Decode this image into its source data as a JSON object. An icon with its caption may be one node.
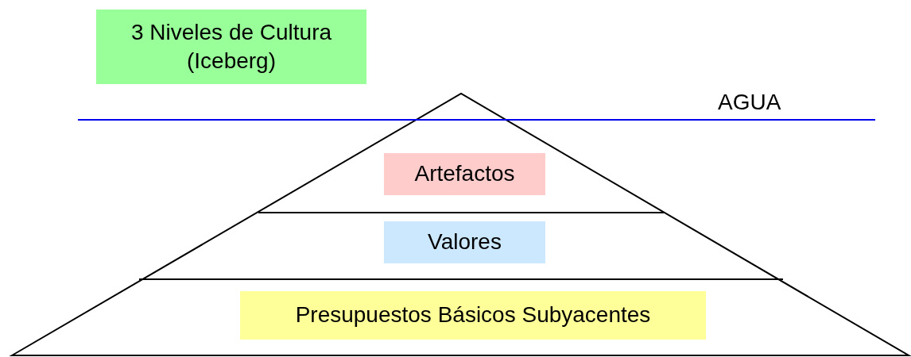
{
  "diagram": {
    "nodes": [
      {
        "text": [
          "3 Niveles de Cultura (Iceberg)"
        ]
      },
      {
        "text": [
          "Artefactos"
        ]
      },
      {
        "text": [
          "Valores"
        ]
      },
      {
        "text": [
          "Presupuestos Básicos Subyacentes"
        ]
      }
    ],
    "labels": [
      "AGUA"
    ]
  }
}
